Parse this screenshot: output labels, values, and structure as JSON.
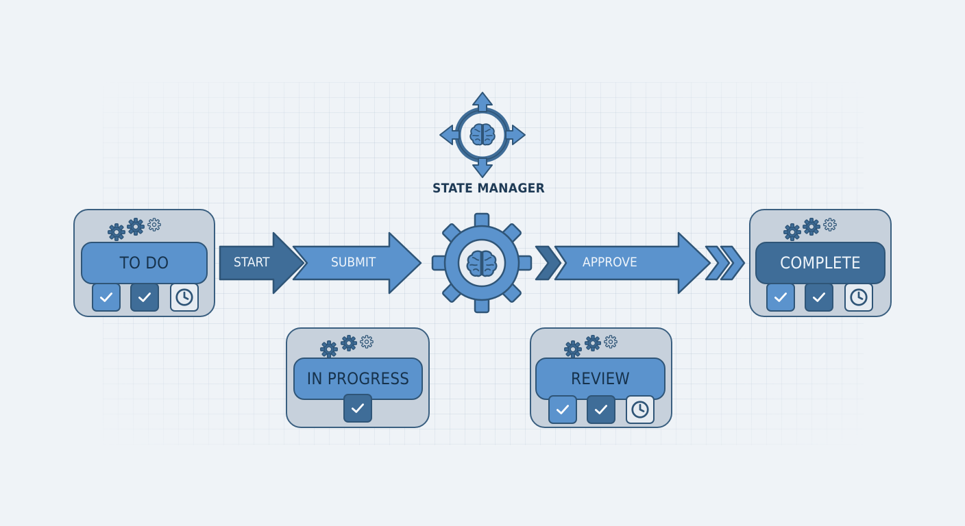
{
  "state_manager": {
    "label": "STATE MANAGER"
  },
  "states": {
    "todo": {
      "label": "TO DO"
    },
    "in_progress": {
      "label": "IN PROGRESS"
    },
    "review": {
      "label": "REVIEW"
    },
    "complete": {
      "label": "COMPLETE"
    }
  },
  "transitions": {
    "start": "START",
    "submit": "SUBMIT",
    "approve": "APPROVE"
  },
  "colors": {
    "light_blue": "#5b93cd",
    "dark_blue": "#3f6d98",
    "outline": "#2f5577",
    "card_fill": "#c7d1dc"
  },
  "icons": [
    "gears-icon",
    "check-icon",
    "clock-icon",
    "brain-icon",
    "gear-icon",
    "four-way-arrows-icon",
    "chevron-icon"
  ]
}
